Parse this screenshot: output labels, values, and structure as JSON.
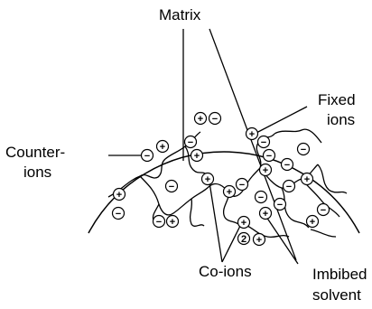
{
  "labels": {
    "matrix": "Matrix",
    "fixed_line1": "Fixed",
    "fixed_line2": "ions",
    "counter_line1": "Counter-",
    "counter_line2": "ions",
    "coions": "Co-ions",
    "imbibed_line1": "Imbibed",
    "imbibed_line2": "solvent"
  },
  "symbols": {
    "plus": "+",
    "minus": "−",
    "two": "2"
  }
}
